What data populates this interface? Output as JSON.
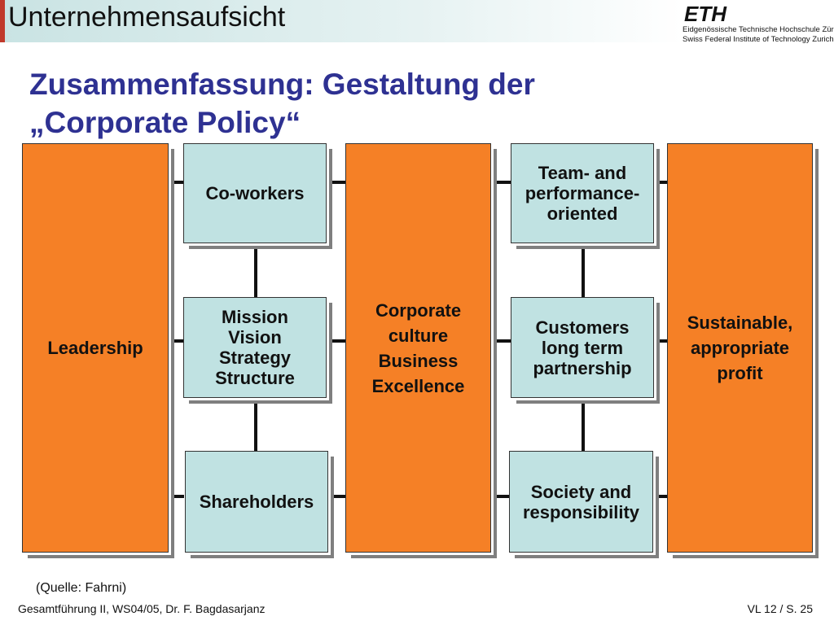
{
  "header": {
    "title": "Unternehmensaufsicht",
    "logo_text": "ETH",
    "institution_line1": "Eidgenössische Technische Hochschule Zürich",
    "institution_line2": "Swiss Federal Institute of Technology Zurich"
  },
  "slide": {
    "title_line1": "Zusammenfassung: Gestaltung der",
    "title_line2": "„Corporate Policy“"
  },
  "diagram": {
    "leadership": {
      "lines": [
        "Leadership"
      ]
    },
    "coworkers": {
      "lines": [
        "Co-workers"
      ]
    },
    "mission": {
      "lines": [
        "Mission",
        "Vision",
        "Strategy",
        "Structure"
      ]
    },
    "shareholders": {
      "lines": [
        "Shareholders"
      ]
    },
    "corporate_culture": {
      "lines": [
        "Corporate",
        "culture",
        "Business",
        "Excellence"
      ]
    },
    "team": {
      "lines": [
        "Team- and",
        "performance-",
        "oriented"
      ]
    },
    "customers": {
      "lines": [
        "Customers",
        "long term",
        "partnership"
      ]
    },
    "society": {
      "lines": [
        "Society and",
        "responsibility"
      ]
    },
    "profit": {
      "lines": [
        "Sustainable,",
        "appropriate",
        "profit"
      ]
    }
  },
  "colors": {
    "orange": "#f58026",
    "light_blue": "#c0e2e2",
    "title_blue": "#2e3192",
    "connector": "#111111"
  },
  "footnote": "(Quelle: Fahrni)",
  "footer": {
    "left": "Gesamtführung II, WS04/05, Dr. F. Bagdasarjanz",
    "right": "VL 12 / S. 25"
  }
}
